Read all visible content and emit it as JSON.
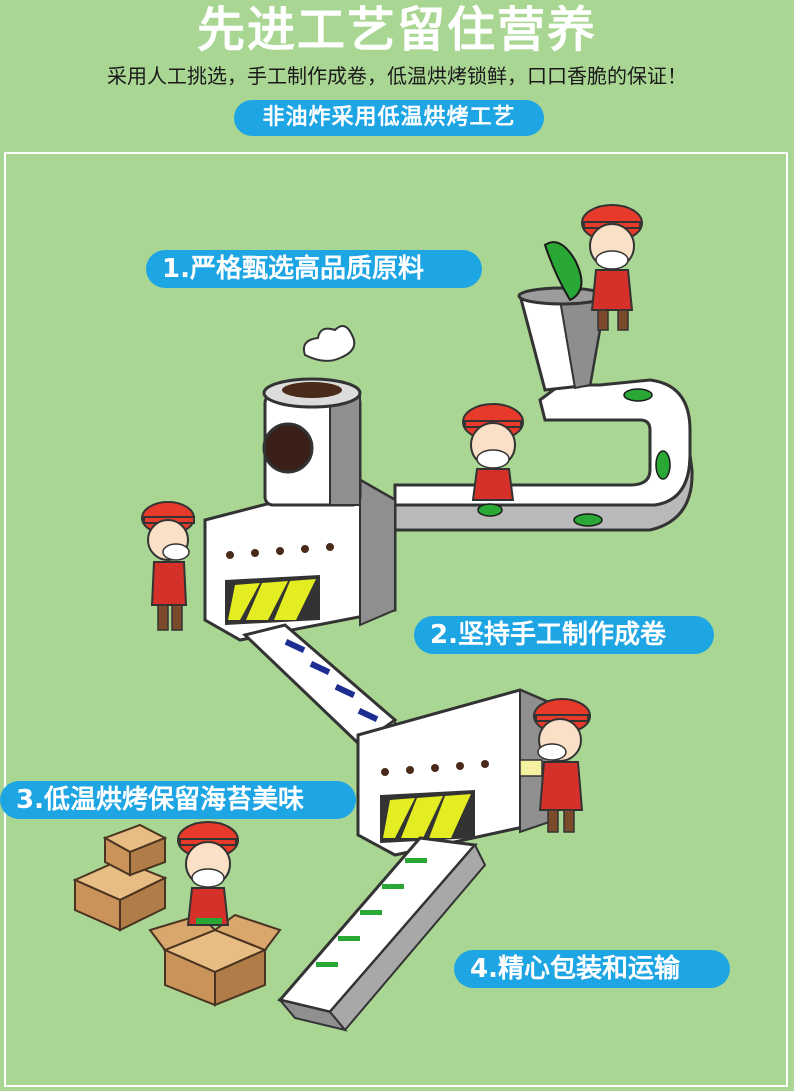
{
  "header": {
    "title": "先进工艺留住营养",
    "subtitle": "采用人工挑选，手工制作成卷，低温烘烤锁鲜，口口香脆的保证！",
    "pill": "非油炸采用低温烘烤工艺"
  },
  "steps": [
    {
      "label": "1.严格甄选高品质原料"
    },
    {
      "label": "2.坚持手工制作成卷"
    },
    {
      "label": "3.低温烘烤保留海苔美味"
    },
    {
      "label": "4.精心包装和运输"
    }
  ],
  "colors": {
    "background": "#a9d793",
    "accent": "#1ea5e3",
    "machine": "#ffffff",
    "outline": "#333333",
    "worker_helmet": "#e83a2a",
    "worker_apron": "#d5302a",
    "seaweed": "#2aa836",
    "box": "#d8a76c",
    "yellow_strip": "#e4ec22",
    "blue_panel": "#1d2e90"
  },
  "illustration": {
    "icons": [
      "factory-machine-icon",
      "conveyor-belt-icon",
      "seaweed-icon",
      "worker-icon",
      "cardboard-box-icon",
      "funnel-icon",
      "steam-icon"
    ]
  }
}
